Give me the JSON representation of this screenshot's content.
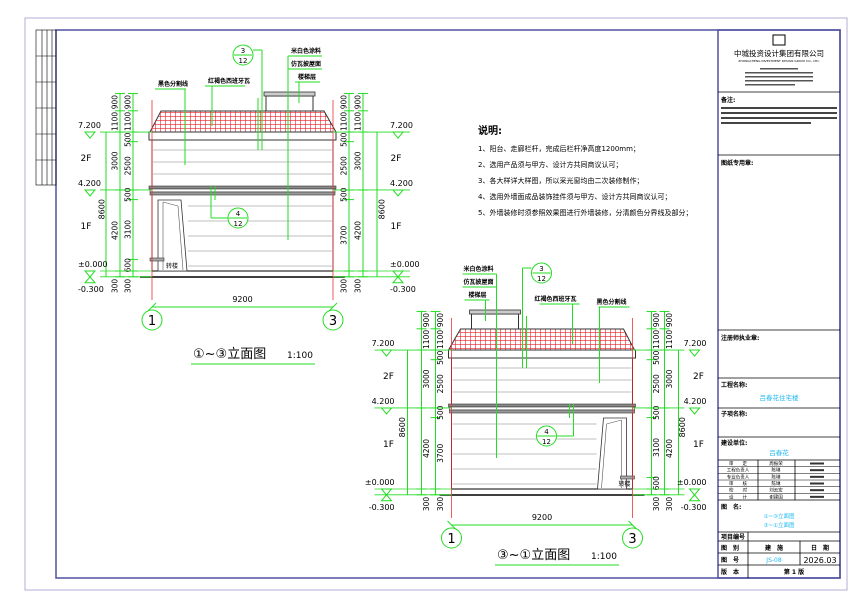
{
  "notes": {
    "title": "说明:",
    "items": [
      "1、阳台、走廊栏杆，完成后栏杆净高度1200mm；",
      "2、选用产品须与甲方、设计方共同商议认可；",
      "3、各大样详大样图，所以采光窗均由二次装修制作；",
      "4、选用外墙面成品装饰挂件须与甲方、设计方共同商议认可；",
      "5、外墙装修时须参照效果图进行外墙装修，分清颜色分界线及部分；"
    ]
  },
  "elevations": [
    {
      "title": "①~③立面图",
      "scale": "1:100",
      "grid_left": "1",
      "grid_right": "3",
      "width_dim": "9200",
      "stair_label": "转楼",
      "callout_top": {
        "num": "3",
        "sheet": "12"
      },
      "callout_mid": {
        "num": "4",
        "sheet": "12"
      },
      "labels": {
        "divider": "黑色分割线",
        "tile": "红褐色西班牙瓦",
        "paint": "米白色涂料",
        "roof": "仿瓦披屋面",
        "stair_floor": "楼梯层"
      },
      "levels": [
        "7.200",
        "4.200",
        "±0.000",
        "-0.300"
      ],
      "floors": [
        "2F",
        "1F"
      ],
      "total_height": "8600",
      "dims_outer": [
        "900",
        "1100",
        "3000",
        "4200",
        "300"
      ],
      "dims_inner_left": [
        "900",
        "1100",
        "500",
        "2500",
        "500",
        "3100",
        "600",
        "300"
      ],
      "dims_inner_right": [
        "900",
        "1100",
        "500",
        "2500",
        "500",
        "3700",
        "300"
      ]
    },
    {
      "title": "③~①立面图",
      "scale": "1:100",
      "grid_left": "3",
      "grid_right": "1",
      "width_dim": "9200",
      "stair_label": "转楼",
      "callout_top": {
        "num": "3",
        "sheet": "12"
      },
      "callout_mid": {
        "num": "4",
        "sheet": "12"
      },
      "labels": {
        "divider": "黑色分割线",
        "tile": "红褐色西班牙瓦",
        "paint": "米白色涂料",
        "roof": "仿瓦披屋面",
        "stair_floor": "楼梯层"
      },
      "levels": [
        "7.200",
        "4.200",
        "±0.000",
        "-0.300"
      ],
      "floors": [
        "2F",
        "1F"
      ],
      "total_height": "8600",
      "dims_outer": [
        "900",
        "1100",
        "3000",
        "4200",
        "300"
      ],
      "dims_inner_left": [
        "900",
        "1100",
        "500",
        "2500",
        "500",
        "3100",
        "600",
        "300"
      ],
      "dims_inner_right": [
        "900",
        "1100",
        "500",
        "2500",
        "500",
        "3700",
        "300"
      ]
    }
  ],
  "title_block": {
    "company": "中城投资设计集团有限公司",
    "company_en": "ZHONGCHENG INVESTMENT DESIGN GROUP CO., LTD.",
    "remarks_label": "备注:",
    "seal_label": "图纸专用章:",
    "reg_seal_label": "注册师执业章:",
    "project_label": "工程名称:",
    "project_value": "吕春花住宅楼",
    "subproject_label": "子项名称:",
    "client_label": "建设单位:",
    "client_value": "吕春花",
    "signoff": [
      {
        "role": "审　　定",
        "name": "周振荣"
      },
      {
        "role": "工程负责人",
        "name": "陈琳"
      },
      {
        "role": "专业负责人",
        "name": "陈琳"
      },
      {
        "role": "审　　核",
        "name": "陈琳"
      },
      {
        "role": "校　　对",
        "name": "刘云宏"
      },
      {
        "role": "设　　计",
        "name": "谢建国"
      }
    ],
    "drawing_name_label": "图　名:",
    "drawing_names": [
      "①~③立面图",
      "③~①立面图"
    ],
    "project_no_label": "项目编号",
    "category_label": "图　别",
    "category_value": "建　施",
    "date_label": "日　期",
    "drawing_no_label": "图　号",
    "drawing_no_value": "JS-08",
    "date_value": "2026.03",
    "version_label": "版　本",
    "version_value": "第 1 版"
  },
  "colors": {
    "dim_green": "#22dd22",
    "tile_red": "#e8202a",
    "frame": "#5050a0",
    "accent_cyan": "#21b8f0"
  }
}
